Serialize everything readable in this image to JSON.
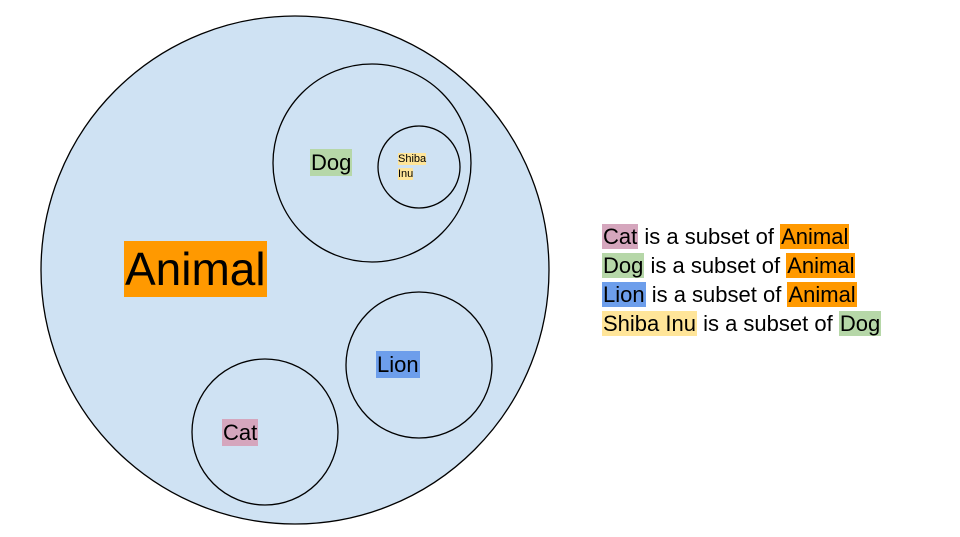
{
  "diagram": {
    "sets": {
      "animal": "Animal",
      "dog": "Dog",
      "shiba": "Shiba Inu",
      "shiba_line1": "Shiba",
      "shiba_line2": "Inu",
      "lion": "Lion",
      "cat": "Cat"
    },
    "colors": {
      "animal": "#ff9900",
      "dog": "#b6d7a8",
      "cat": "#d5a6bd",
      "lion": "#6d9eeb",
      "shiba": "#ffe599",
      "circle_fill": "#cfe2f3"
    }
  },
  "legend": [
    {
      "subject": "Cat",
      "relation": " is a subset of ",
      "superset": "Animal"
    },
    {
      "subject": "Dog",
      "relation": " is a subset of ",
      "superset": "Animal"
    },
    {
      "subject": "Lion",
      "relation": " is a subset of ",
      "superset": "Animal"
    },
    {
      "subject": "Shiba Inu",
      "relation": " is a subset of ",
      "superset": "Dog"
    }
  ]
}
